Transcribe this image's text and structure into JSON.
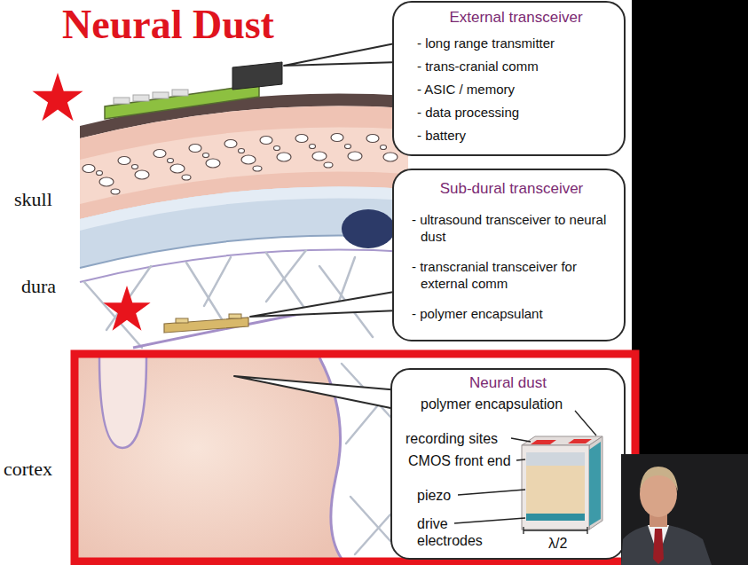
{
  "diagram": {
    "title": "Neural Dust",
    "nodes": [
      {
        "text": [
          "External transceiver",
          "- long range transmitter",
          "- trans-cranial comm",
          "- ASIC / memory",
          "- data processing",
          "- battery"
        ]
      },
      {
        "text": [
          "Sub-dural transceiver",
          "- ultrasound transceiver to neural dust",
          "- transcranial transceiver for external comm",
          "- polymer encapsulant"
        ]
      },
      {
        "text": [
          "Neural dust",
          "polymer encapsulation",
          "recording sites",
          "CMOS front end",
          "piezo",
          "drive electrodes",
          "λ/2"
        ]
      }
    ],
    "labels": [
      "skull",
      "dura",
      "cortex"
    ]
  }
}
